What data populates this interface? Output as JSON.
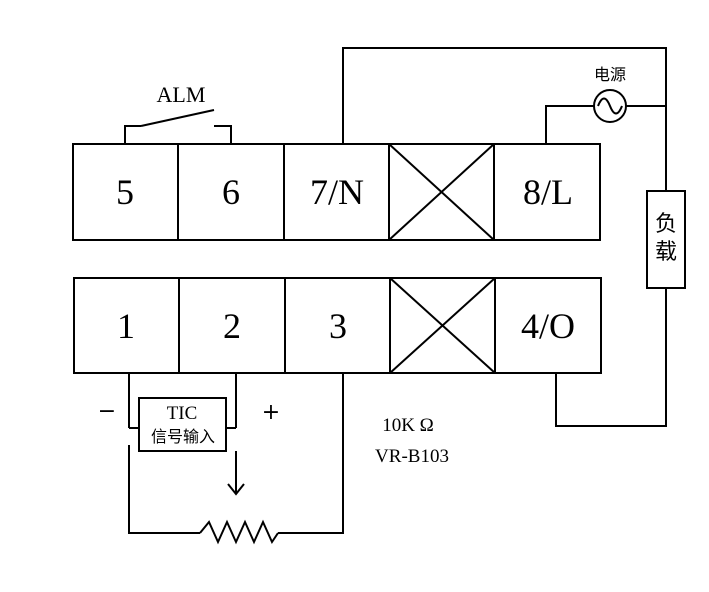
{
  "upper_terminals": {
    "t1": "5",
    "t2": "6",
    "t3": "7/N",
    "t5": "8/L"
  },
  "lower_terminals": {
    "t1": "1",
    "t2": "2",
    "t3": "3",
    "t5": "4/O"
  },
  "alarm_label": "ALM",
  "power_label": "电源",
  "load_label": "负载",
  "load_chars": [
    "负",
    "载"
  ],
  "tic_label": "TIC",
  "tic_sub": "信号输入",
  "minus_sign": "−",
  "plus_sign": "+",
  "pot_value": "10K Ω",
  "pot_model": "VR-B103"
}
